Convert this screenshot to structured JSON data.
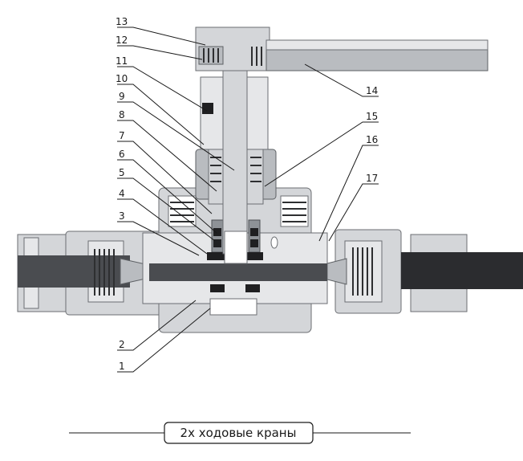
{
  "caption": "2х ходовые краны",
  "callouts": [
    {
      "num": "1"
    },
    {
      "num": "2"
    },
    {
      "num": "3"
    },
    {
      "num": "4"
    },
    {
      "num": "5"
    },
    {
      "num": "6"
    },
    {
      "num": "7"
    },
    {
      "num": "8"
    },
    {
      "num": "9"
    },
    {
      "num": "10"
    },
    {
      "num": "11"
    },
    {
      "num": "12"
    },
    {
      "num": "13"
    },
    {
      "num": "14"
    },
    {
      "num": "15"
    },
    {
      "num": "16"
    },
    {
      "num": "17"
    }
  ],
  "colors": {
    "metal": "#d4d6d9",
    "bore": "#4a4c50",
    "seal": "#1f1f21",
    "line": "#1a1a1a"
  }
}
